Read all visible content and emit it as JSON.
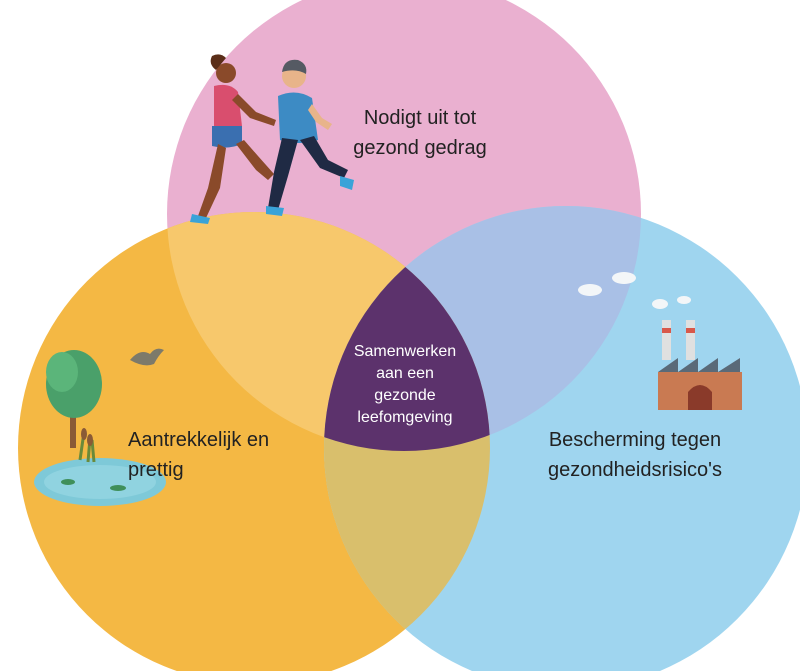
{
  "diagram": {
    "circles": {
      "top": {
        "lines": [
          "Nodigt uit tot",
          "gezond gedrag"
        ],
        "color": "#eab0d0"
      },
      "left": {
        "lines": [
          "Aantrekkelijk en",
          "prettig"
        ],
        "color": "#f4b844"
      },
      "right": {
        "lines": [
          "Bescherming tegen",
          "gezondheidsrisico's"
        ],
        "color": "#9fd5ef"
      },
      "center": {
        "lines": [
          "Samenwerken",
          "aan een",
          "gezonde",
          "leefomgeving"
        ],
        "color": "#5c326c"
      }
    },
    "icons": [
      "runners-icon",
      "tree-pond-icon",
      "bird-icon",
      "factory-icon",
      "clouds-icon"
    ]
  }
}
